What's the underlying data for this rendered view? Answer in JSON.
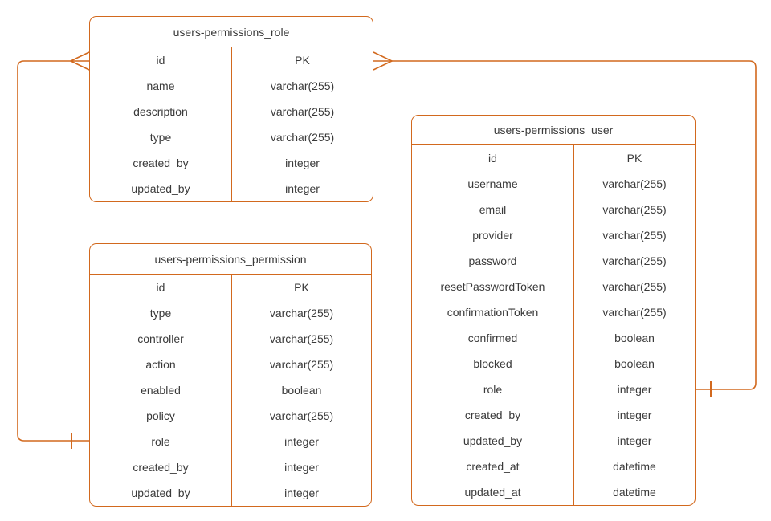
{
  "diagram": {
    "background": "#ffffff",
    "stroke_color": "#D2691E",
    "text_color": "#3a3a3a",
    "tables": [
      {
        "title": "users-permissions_role",
        "fields": [
          {
            "name": "id",
            "type": "PK"
          },
          {
            "name": "name",
            "type": "varchar(255)"
          },
          {
            "name": "description",
            "type": "varchar(255)"
          },
          {
            "name": "type",
            "type": "varchar(255)"
          },
          {
            "name": "created_by",
            "type": "integer"
          },
          {
            "name": "updated_by",
            "type": "integer"
          }
        ]
      },
      {
        "title": "users-permissions_permission",
        "fields": [
          {
            "name": "id",
            "type": "PK"
          },
          {
            "name": "type",
            "type": "varchar(255)"
          },
          {
            "name": "controller",
            "type": "varchar(255)"
          },
          {
            "name": "action",
            "type": "varchar(255)"
          },
          {
            "name": "enabled",
            "type": "boolean"
          },
          {
            "name": "policy",
            "type": "varchar(255)"
          },
          {
            "name": "role",
            "type": "integer"
          },
          {
            "name": "created_by",
            "type": "integer"
          },
          {
            "name": "updated_by",
            "type": "integer"
          }
        ]
      },
      {
        "title": "users-permissions_user",
        "fields": [
          {
            "name": "id",
            "type": "PK"
          },
          {
            "name": "username",
            "type": "varchar(255)"
          },
          {
            "name": "email",
            "type": "varchar(255)"
          },
          {
            "name": "provider",
            "type": "varchar(255)"
          },
          {
            "name": "password",
            "type": "varchar(255)"
          },
          {
            "name": "resetPasswordToken",
            "type": "varchar(255)"
          },
          {
            "name": "confirmationToken",
            "type": "varchar(255)"
          },
          {
            "name": "confirmed",
            "type": "boolean"
          },
          {
            "name": "blocked",
            "type": "boolean"
          },
          {
            "name": "role",
            "type": "integer"
          },
          {
            "name": "created_by",
            "type": "integer"
          },
          {
            "name": "updated_by",
            "type": "integer"
          },
          {
            "name": "created_at",
            "type": "datetime"
          },
          {
            "name": "updated_at",
            "type": "datetime"
          }
        ]
      }
    ],
    "relationships": [
      {
        "from": "users-permissions_role.id",
        "to": "users-permissions_permission.role",
        "from_cardinality": "many",
        "to_cardinality": "one"
      },
      {
        "from": "users-permissions_role.id",
        "to": "users-permissions_user.role",
        "from_cardinality": "many",
        "to_cardinality": "one"
      }
    ]
  }
}
